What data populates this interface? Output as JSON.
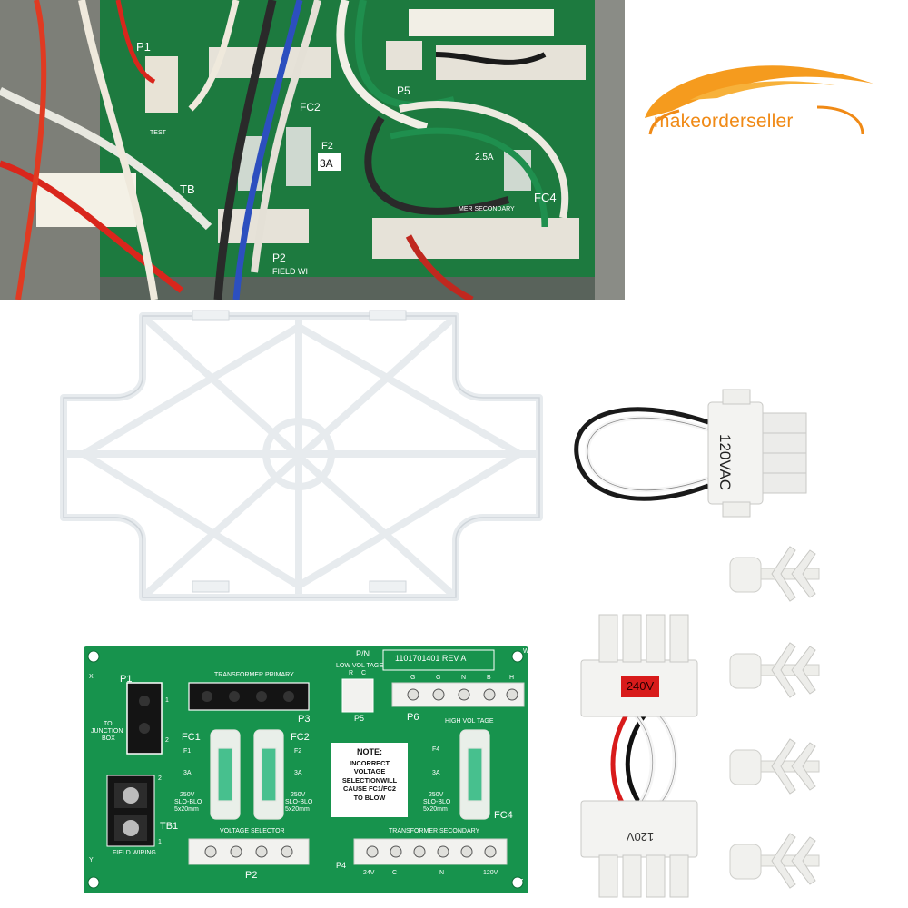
{
  "brand": {
    "name": "makeorderseller",
    "logo_color": "#f08a16"
  },
  "photo": {
    "labels": {
      "p1": "P1",
      "p5": "P5",
      "p2": "P2",
      "fc2": "FC2",
      "f2": "F2",
      "f2_rating": "3A",
      "f4_rating": "2.5A",
      "fc4": "FC4",
      "test": "TEST",
      "field_wiring": "FIELD WI",
      "tb": "TB",
      "secondary": "MER SECONDARY"
    }
  },
  "loop_connector": {
    "label": "120VAC"
  },
  "jumper": {
    "top_label": "240V",
    "bottom_label": "120V"
  },
  "board": {
    "part_number_label": "P/N",
    "part_number": "1101701401 REV  A",
    "corner_w": "W",
    "corner_x": "X",
    "corner_y": "Y",
    "corner_z": "Z",
    "p1": {
      "name": "P1",
      "pin1": "1",
      "pin2": "2",
      "desc_line1": "TO",
      "desc_line2": "JUNCTION",
      "desc_line3": "BOX"
    },
    "transformer_primary": {
      "title": "TRANSFORMER PRIMARY",
      "name": "P3"
    },
    "p5": {
      "title": "LOW VOL TAGE",
      "pin_r": "R",
      "pin_c": "C",
      "name": "P5"
    },
    "p6": {
      "name": "P6",
      "title": "HIGH VOL TAGE",
      "pins": [
        "G",
        "G",
        "N",
        "B",
        "H"
      ]
    },
    "fc1": {
      "name": "FC1",
      "fuse": "F1",
      "rating": "3A",
      "spec1": "250V",
      "spec2": "SLO-BLO",
      "spec3": "5x20mm"
    },
    "fc2": {
      "name": "FC2",
      "fuse": "F2",
      "rating": "3A",
      "spec1": "250V",
      "spec2": "SLO-BLO",
      "spec3": "5x20mm"
    },
    "fc4": {
      "name": "FC4",
      "fuse": "F4",
      "rating": "3A",
      "spec1": "250V",
      "spec2": "SLO-BLO",
      "spec3": "5x20mm"
    },
    "note": {
      "heading": "NOTE:",
      "line1": "INCORRECT",
      "line2": "VOLTAGE",
      "line3": "SELECTIONWILL",
      "line4": "CAUSE FC1/FC2",
      "line5": "TO BLOW"
    },
    "tb1": {
      "name": "TB1",
      "pin1": "1",
      "pin2": "2",
      "title": "FIELD WIRING"
    },
    "voltage_selector": {
      "title": "VOLTAGE SELECTOR",
      "name": "P2"
    },
    "transformer_secondary": {
      "title": "TRANSFORMER SECONDARY",
      "name": "P4",
      "pin_24v": "24V",
      "pin_c": "C",
      "pin_n": "N",
      "pin_120v": "120V"
    }
  }
}
